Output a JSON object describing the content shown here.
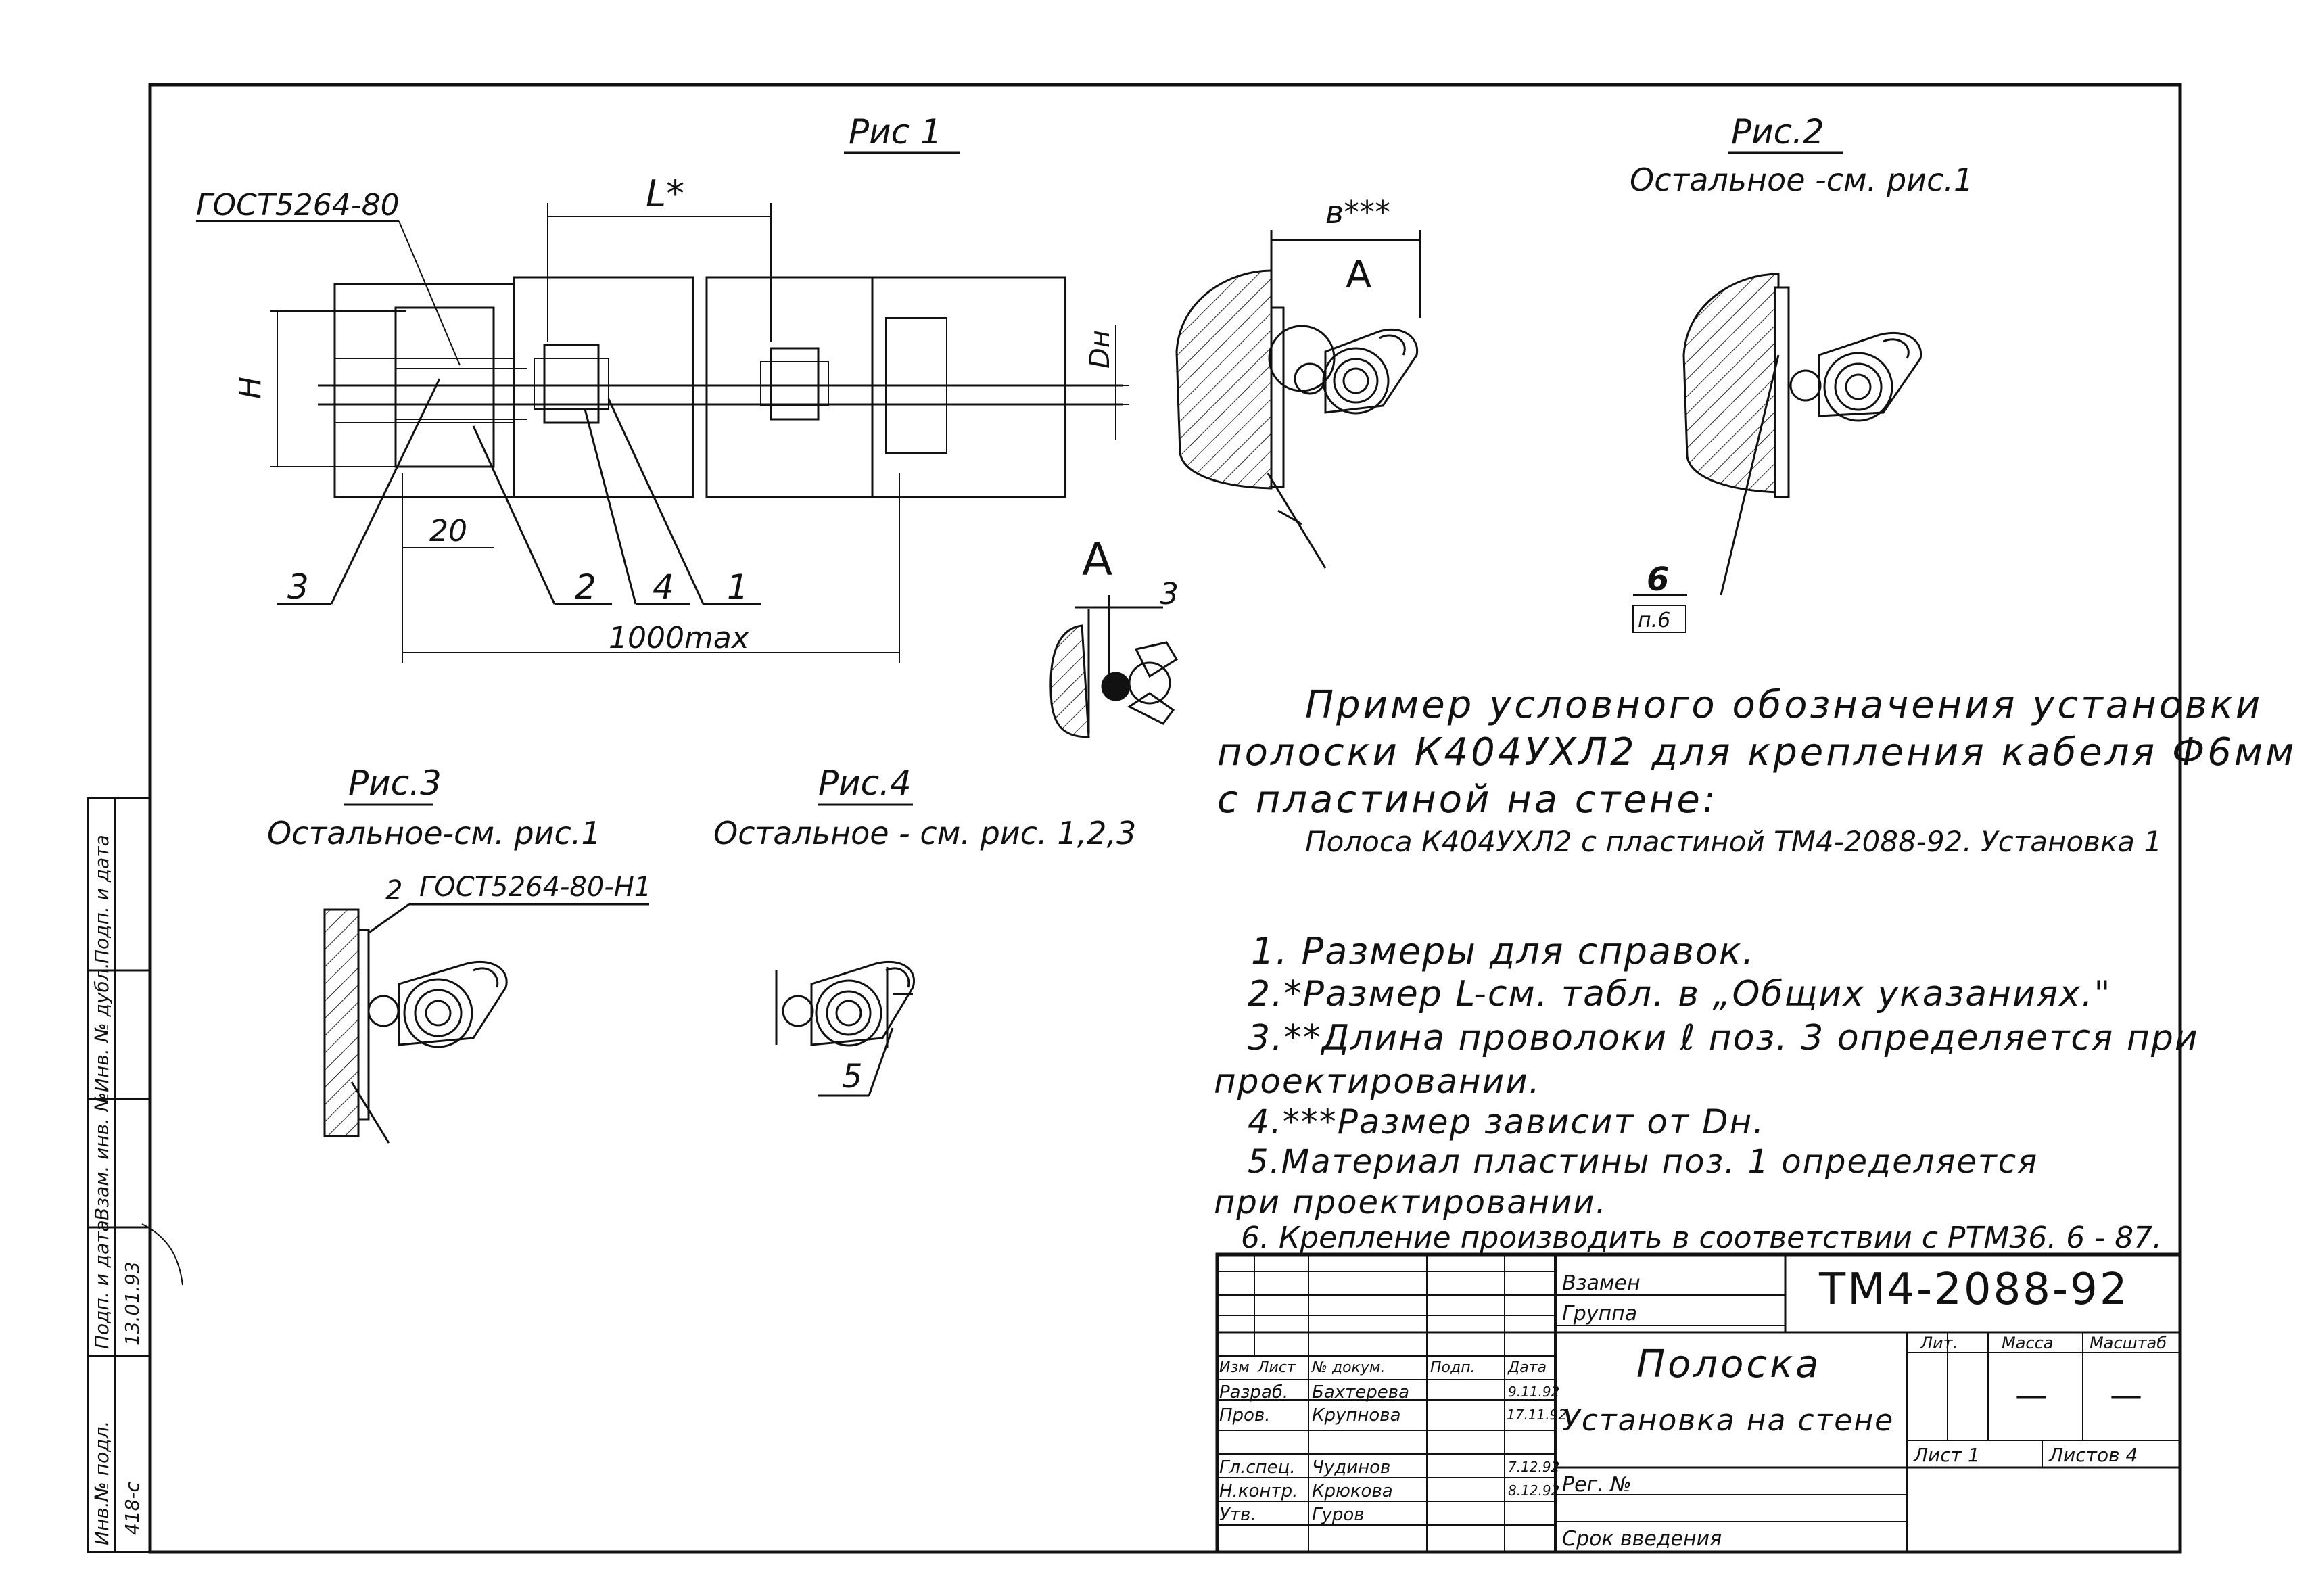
{
  "figures": {
    "fig1": {
      "title": "Рис 1",
      "std": "ГОСТ5264-80",
      "dim_l": "L*",
      "dim_h": "H",
      "dim_dn": "Dн",
      "dim_20": "20",
      "dim_max": "1000max",
      "callouts": [
        "3",
        "2",
        "4",
        "1"
      ]
    },
    "fig2": {
      "title": "Рис.2",
      "subtitle": "Остальное -см. рис.1",
      "dim_b": "в***",
      "view_a": "А",
      "callout": "6",
      "callout_sub": "п.6"
    },
    "view_a": {
      "label": "А",
      "dim": "3"
    },
    "fig3": {
      "title": "Рис.3",
      "subtitle": "Остальное-см. рис.1",
      "std": "ГОСТ5264-80-Н1",
      "callout": "2"
    },
    "fig4": {
      "title": "Рис.4",
      "subtitle": "Остальное - см. рис. 1,2,3",
      "callout": "5"
    }
  },
  "example": {
    "lines": [
      "Пример условного обозначения установки",
      "полоски К404УХЛ2 для крепления кабеля Ф6мм",
      "с пластиной на стене:",
      "Полоса К404УХЛ2 с пластиной ТМ4-2088-92. Установка 1"
    ]
  },
  "notes": [
    "1. Размеры для справок.",
    "2.*Размер L-см. табл. в „Общих указаниях.\"",
    "3.**Длина проволоки ℓ поз. 3 определяется при",
    "проектировании.",
    "4.***Размер зависит от Dн.",
    "5.Материал пластины поз. 1 определяется",
    "при проектировании.",
    "6. Крепление производить в соответствии с РТМ36. 6 - 87."
  ],
  "margin_stamp": {
    "labels": [
      "Инв.№ подл.",
      "Подп. и дата",
      "Взам. инв. №",
      "Инв. № дубл.",
      "Подп. и дата"
    ],
    "inv_no": "418-с",
    "date": "13.01.93"
  },
  "title_block": {
    "doc_number": "ТМ4-2088-92",
    "name_line1": "Полоска",
    "name_line2": "Установка на стене",
    "replaces": "Взамен",
    "group": "Группа",
    "reg": "Рег. №",
    "term": "Срок введения",
    "col_headers": [
      "Изм",
      "Лист",
      "№ докум.",
      "Подп.",
      "Дата"
    ],
    "staff": [
      {
        "role": "Разраб.",
        "name": "Бахтерева",
        "date": "9.11.92"
      },
      {
        "role": "Пров.",
        "name": "Крупнова",
        "date": "17.11.92"
      },
      {
        "role": "Гл.спец.",
        "name": "Чудинов",
        "date": "7.12.92"
      },
      {
        "role": "Н.контр.",
        "name": "Крюкова",
        "date": "8.12.92"
      },
      {
        "role": "Утв.",
        "name": "Гуров",
        "date": ""
      }
    ],
    "lit": "Лит.",
    "mass": "Масса",
    "scale": "Масштаб",
    "mass_value": "—",
    "scale_value": "—",
    "sheet": "Лист 1",
    "sheets": "Листов 4"
  }
}
